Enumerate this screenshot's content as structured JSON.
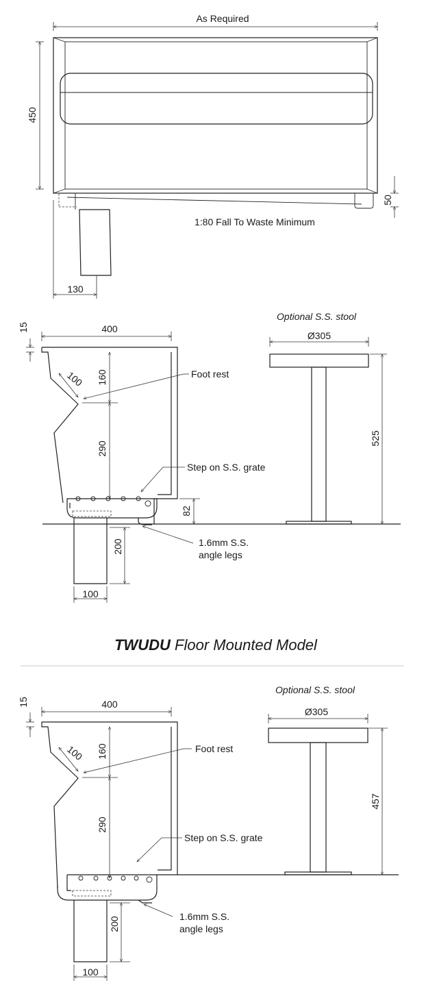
{
  "top_view": {
    "width_label": "As Required",
    "height_label": "450",
    "edge_label": "50",
    "fall_label": "1:80 Fall To Waste Minimum",
    "waste_label": "130"
  },
  "floor_section": {
    "depth_label": "400",
    "lip_label": "15",
    "slope_label": "100",
    "upper_label": "160",
    "lower_label": "290",
    "step_height_label": "82",
    "waste_depth_label": "200",
    "waste_width_label": "100",
    "foot_rest": "Foot rest",
    "grate": "Step on S.S. grate",
    "legs_line1": "1.6mm S.S.",
    "legs_line2": "angle legs",
    "stool_title": "Optional S.S. stool",
    "stool_diameter": "Ø305",
    "stool_height": "525"
  },
  "model_title": {
    "bold": "TWUDU",
    "rest": " Floor Mounted Model"
  },
  "wall_section": {
    "depth_label": "400",
    "lip_label": "15",
    "slope_label": "100",
    "upper_label": "160",
    "lower_label": "290",
    "waste_depth_label": "200",
    "waste_width_label": "100",
    "foot_rest": "Foot rest",
    "grate": "Step on S.S. grate",
    "legs_line1": "1.6mm S.S.",
    "legs_line2": "angle legs",
    "stool_title": "Optional S.S. stool",
    "stool_diameter": "Ø305",
    "stool_height": "457"
  }
}
